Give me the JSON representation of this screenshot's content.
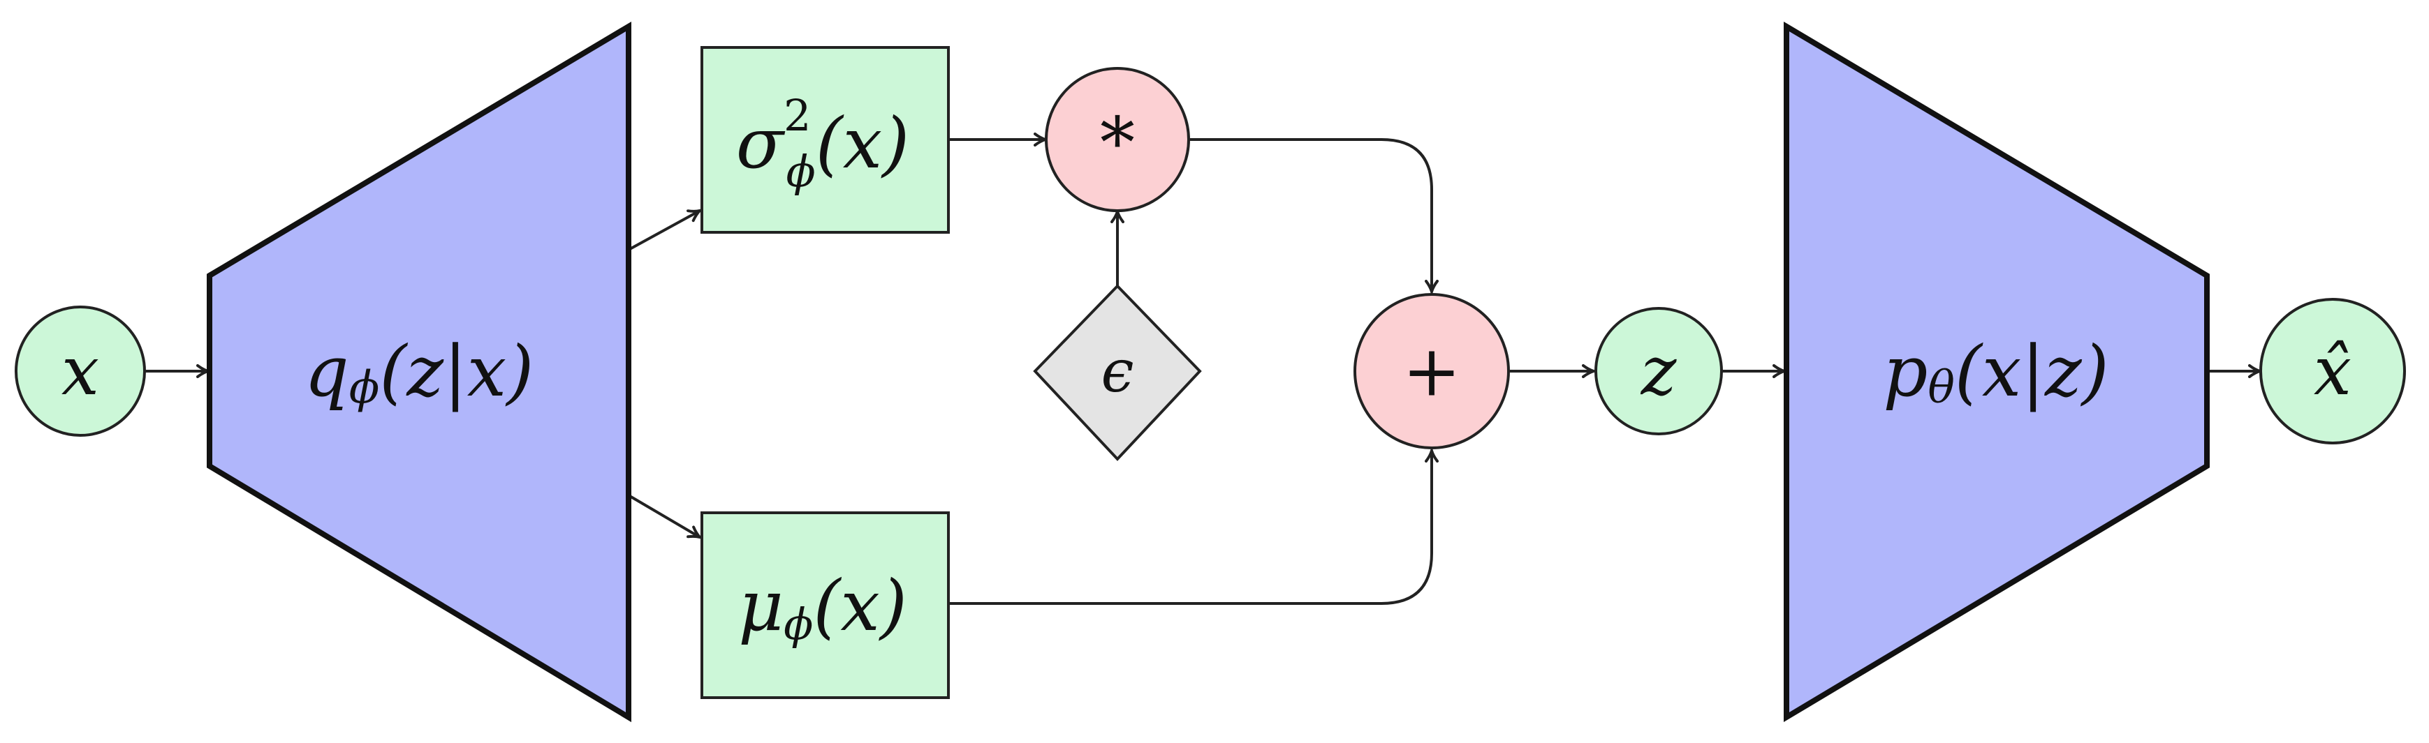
{
  "colors": {
    "variable_fill": "#ccf7d8",
    "network_fill": "#b0b6fb",
    "operator_fill": "#fcd0d3",
    "noise_fill": "#e4e4e4",
    "stroke": "#222222"
  },
  "nodes": {
    "input": {
      "label": "x"
    },
    "encoder": {
      "label": "q",
      "sub": "ϕ",
      "args": "(z|x)"
    },
    "variance": {
      "label": "σ",
      "sup": "2",
      "sub": "ϕ",
      "args": "(x)"
    },
    "mean": {
      "label": "μ",
      "sub": "ϕ",
      "args": "(x)"
    },
    "multiply": {
      "label": "*"
    },
    "noise": {
      "label": "ϵ"
    },
    "add": {
      "label": "+"
    },
    "latent": {
      "label": "z"
    },
    "decoder": {
      "label": "p",
      "sub": "θ",
      "args": "(x|z)"
    },
    "output": {
      "label": "x̂"
    }
  }
}
